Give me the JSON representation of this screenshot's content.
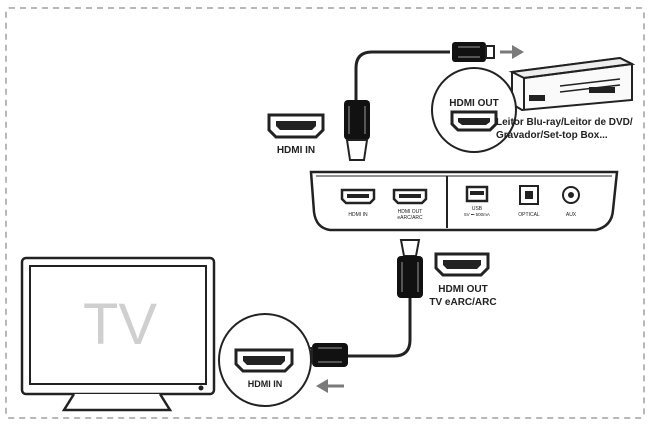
{
  "labels": {
    "hdmi_in_top": "HDMI IN",
    "hdmi_out_top": "HDMI OUT",
    "source_line1": "Leitor Blu-ray/Leitor de DVD/",
    "source_line2": "Gravador/Set-top Box...",
    "hdmi_out_tv": "HDMI OUT",
    "tv_earc": "TV eARC/ARC",
    "tv_text": "TV",
    "tv_hdmi_in": "HDMI IN"
  },
  "box_ports": {
    "hdmi_in": "HDMI IN",
    "hdmi_out_line1": "HDMI OUT",
    "hdmi_out_line2": "eARC/ARC",
    "usb_line1": "USB",
    "usb_line2": "5V ⎓ 500mA",
    "optical": "OPTICAL",
    "aux": "AUX"
  },
  "colors": {
    "line": "#222222",
    "dash": "#b8b8b8",
    "arrow": "#7a7a7a",
    "tv_text": "#cfcfcf"
  }
}
